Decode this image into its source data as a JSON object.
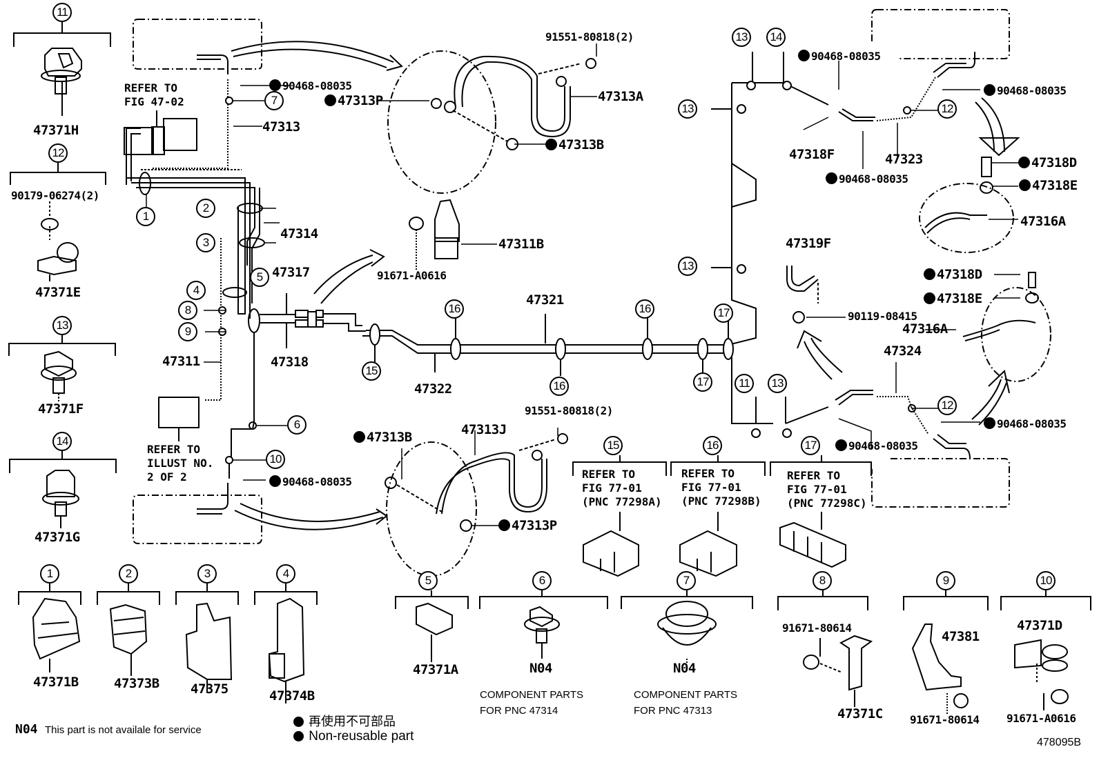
{
  "diagram_id": "478095B",
  "note": {
    "code": "N04",
    "text": "This part is not availale for service"
  },
  "legend": {
    "symbol": "filled-circle",
    "japanese": "再使用不可部品",
    "english": "Non-reusable part"
  },
  "refer_notes": {
    "fig_47_02": "REFER TO\nFIG 47-02",
    "illust_2of2": "REFER TO\nILLUST NO.\n2 OF 2",
    "pnc_77298A": "REFER TO\nFIG 77-01\n(PNC 77298A)",
    "pnc_77298B": "REFER TO\nFIG 77-01\n(PNC 77298B)",
    "pnc_77298C": "REFER TO\nFIG 77-01\n(PNC 77298C)"
  },
  "callouts": [
    "1",
    "2",
    "3",
    "4",
    "5",
    "6",
    "7",
    "8",
    "9",
    "10",
    "11",
    "12",
    "13",
    "14",
    "15",
    "16",
    "17"
  ],
  "main_parts": {
    "p47313": "47313",
    "p47314": "47314",
    "p47317": "47317",
    "p47318": "47318",
    "p47311": "47311",
    "p47311B": "47311B",
    "p91671_A0616": "91671-A0616",
    "p47313A": "47313A",
    "p47313B_top": "47313B",
    "p47313P_top": "47313P",
    "p91551_top": "91551-80818(2)",
    "p90468_tl": "90468-08035",
    "p47321": "47321",
    "p47322": "47322",
    "p47313J": "47313J",
    "p47313B_bot": "47313B",
    "p47313P_bot": "47313P",
    "p91551_bot": "91551-80818(2)",
    "p90468_bl": "90468-08035",
    "p90468_tr1": "90468-08035",
    "p90468_tr2": "90468-08035",
    "p90468_tr3": "90468-08035",
    "p47318F": "47318F",
    "p47323": "47323",
    "p47318D_top": "47318D",
    "p47318E_top": "47318E",
    "p47316A_top": "47316A",
    "p47319F": "47319F",
    "p90119": "90119-08415",
    "p47318D_bot": "47318D",
    "p47318E_bot": "47318E",
    "p47316A_bot": "47316A",
    "p47324": "47324",
    "p90468_br1": "90468-08035",
    "p90468_br2": "90468-08035"
  },
  "detail_groups": [
    {
      "callout": "11",
      "parts": [
        "47371H"
      ]
    },
    {
      "callout": "12",
      "parts": [
        "90179-06274(2)",
        "47371E"
      ]
    },
    {
      "callout": "13",
      "parts": [
        "47371F"
      ]
    },
    {
      "callout": "14",
      "parts": [
        "47371G"
      ]
    },
    {
      "callout": "1",
      "parts": [
        "47371B"
      ]
    },
    {
      "callout": "2",
      "parts": [
        "47373B"
      ]
    },
    {
      "callout": "3",
      "parts": [
        "47375"
      ]
    },
    {
      "callout": "4",
      "parts": [
        "47374B"
      ]
    },
    {
      "callout": "5",
      "parts": [
        "47371A"
      ]
    },
    {
      "callout": "6",
      "parts": [
        "N04"
      ],
      "note": "COMPONENT PARTS\nFOR PNC 47314"
    },
    {
      "callout": "7",
      "parts": [
        "N04"
      ],
      "note": "COMPONENT PARTS\nFOR PNC 47313"
    },
    {
      "callout": "8",
      "parts": [
        "91671-80614",
        "47371C"
      ]
    },
    {
      "callout": "9",
      "parts": [
        "47381",
        "91671-80614"
      ]
    },
    {
      "callout": "10",
      "parts": [
        "47371D",
        "91671-A0616"
      ]
    }
  ],
  "non_reusable": [
    "90468-08035",
    "47313P",
    "47313B",
    "47318D",
    "47318E"
  ]
}
